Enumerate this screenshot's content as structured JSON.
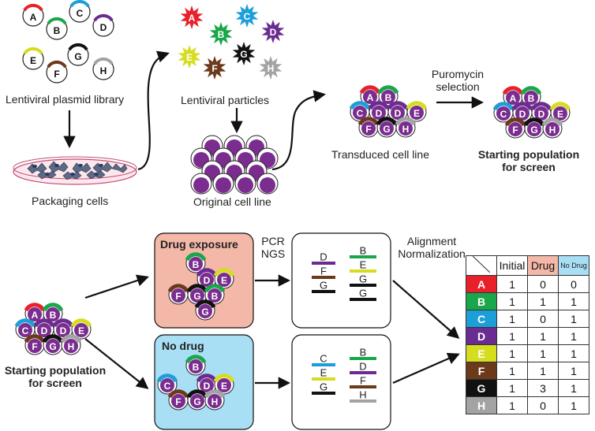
{
  "labels": {
    "lentiviral_plasmid_library": "Lentiviral plasmid library",
    "packaging_cells": "Packaging cells",
    "lentiviral_particles": "Lentiviral particles",
    "original_cell_line": "Original cell line",
    "transduced_cell_line": "Transduced cell line",
    "puromycin_line1": "Puromycin",
    "puromycin_line2": "selection",
    "starting_top_line1": "Starting population",
    "starting_top_line2": "for screen",
    "starting_bottom_line1": "Starting population",
    "starting_bottom_line2": "for screen",
    "drug_exposure": "Drug exposure",
    "no_drug": "No drug",
    "pcr": "PCR",
    "ngs": "NGS",
    "alignment": "Alignment",
    "normalization": "Normalization"
  },
  "letters": [
    "A",
    "B",
    "C",
    "D",
    "E",
    "F",
    "G",
    "H"
  ],
  "colors": {
    "A": "#e8202a",
    "B": "#1aa64a",
    "C": "#1c9fd8",
    "D": "#6b2c91",
    "E": "#d6dc1e",
    "F": "#6b3a1a",
    "G": "#111111",
    "H": "#a3a3a3",
    "cell_purple": "#7a2d8f",
    "drug_box": "#f4b8a8",
    "nodrug_box": "#a8dff5"
  },
  "table": {
    "headers": [
      "Initial",
      "Drug",
      "No Drug"
    ],
    "rows": [
      {
        "label": "A",
        "initial": "1",
        "drug": "0",
        "nodrug": "0"
      },
      {
        "label": "B",
        "initial": "1",
        "drug": "1",
        "nodrug": "1"
      },
      {
        "label": "C",
        "initial": "1",
        "drug": "0",
        "nodrug": "1"
      },
      {
        "label": "D",
        "initial": "1",
        "drug": "1",
        "nodrug": "1"
      },
      {
        "label": "E",
        "initial": "1",
        "drug": "1",
        "nodrug": "1"
      },
      {
        "label": "F",
        "initial": "1",
        "drug": "1",
        "nodrug": "1"
      },
      {
        "label": "G",
        "initial": "1",
        "drug": "3",
        "nodrug": "1"
      },
      {
        "label": "H",
        "initial": "1",
        "drug": "0",
        "nodrug": "1"
      }
    ]
  },
  "gel_drug": [
    {
      "letter": "D",
      "lane": "left"
    },
    {
      "letter": "F",
      "lane": "left"
    },
    {
      "letter": "G",
      "lane": "left"
    },
    {
      "letter": "B",
      "lane": "right"
    },
    {
      "letter": "E",
      "lane": "right"
    },
    {
      "letter": "G",
      "lane": "right"
    },
    {
      "letter": "G",
      "lane": "right"
    }
  ],
  "gel_nodrug": [
    {
      "letter": "C",
      "lane": "left"
    },
    {
      "letter": "E",
      "lane": "left"
    },
    {
      "letter": "G",
      "lane": "left"
    },
    {
      "letter": "B",
      "lane": "right"
    },
    {
      "letter": "D",
      "lane": "right"
    },
    {
      "letter": "F",
      "lane": "right"
    },
    {
      "letter": "H",
      "lane": "right"
    }
  ]
}
